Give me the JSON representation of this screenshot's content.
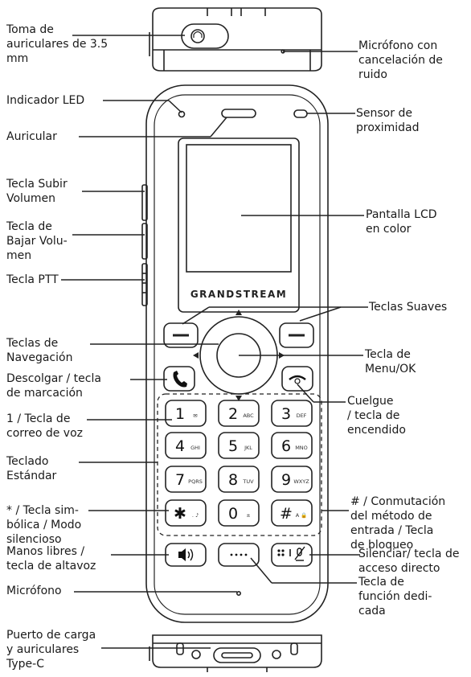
{
  "labels": {
    "headphone_jack": [
      "Toma de",
      "auriculares de 3.5",
      "mm"
    ],
    "mic_noise": [
      "Micrófono con",
      "cancelación de",
      "ruido"
    ],
    "led": [
      "Indicador LED"
    ],
    "proximity": [
      "Sensor de",
      "proximidad"
    ],
    "earpiece": [
      "Auricular"
    ],
    "vol_up": [
      "Tecla Subir",
      "Volumen"
    ],
    "lcd": [
      "Pantalla LCD",
      "en color"
    ],
    "vol_down": [
      "Tecla de",
      "Bajar Volu-",
      "men"
    ],
    "ptt": [
      "Tecla PTT"
    ],
    "softkeys": [
      "Teclas Suaves"
    ],
    "nav": [
      "Teclas de",
      "Navegación"
    ],
    "menu_ok": [
      "Tecla de",
      "Menu/OK"
    ],
    "offhook": [
      "Descolgar / tecla",
      "de marcación"
    ],
    "onhook": [
      "Cuelgue",
      "/ tecla de",
      "encendido"
    ],
    "voicemail": [
      "1 / Tecla de",
      "correo de voz"
    ],
    "keypad": [
      "Teclado",
      "Estándar"
    ],
    "hash": [
      "# / Conmutación",
      "del método de",
      "entrada / Tecla",
      "de bloqueo"
    ],
    "star": [
      "* / Tecla sim-",
      "bólica / Modo",
      "silencioso"
    ],
    "speaker": [
      "Manos libres /",
      "tecla de altavoz"
    ],
    "mute": [
      "Silenciar/ tecla de",
      "acceso directo"
    ],
    "microphone": [
      "Micrófono"
    ],
    "dedicated": [
      "Tecla de",
      "función dedi-",
      "cada"
    ],
    "usb": [
      "Puerto de carga",
      "y auriculares",
      "Type-C"
    ]
  },
  "phone": {
    "brand": "GRANDSTREAM",
    "keys": [
      {
        "main": "1",
        "sub": "✉"
      },
      {
        "main": "2",
        "sub": "ABC"
      },
      {
        "main": "3",
        "sub": "DEF"
      },
      {
        "main": "4",
        "sub": "GHI"
      },
      {
        "main": "5",
        "sub": "JKL"
      },
      {
        "main": "6",
        "sub": "MNO"
      },
      {
        "main": "7",
        "sub": "PQRS"
      },
      {
        "main": "8",
        "sub": "TUV"
      },
      {
        "main": "9",
        "sub": "WXYZ"
      },
      {
        "main": "✱",
        "sub": ". ♪"
      },
      {
        "main": "0",
        "sub": "±"
      },
      {
        "main": "#",
        "sub": "A 🔒"
      }
    ]
  },
  "icons": {
    "offhook": "phone-handset-icon",
    "onhook": "phone-hangup-icon",
    "speaker": "speaker-icon",
    "mute": "mute-icon",
    "dedicated": "dots-icon",
    "headphone": "headphone-icon"
  }
}
